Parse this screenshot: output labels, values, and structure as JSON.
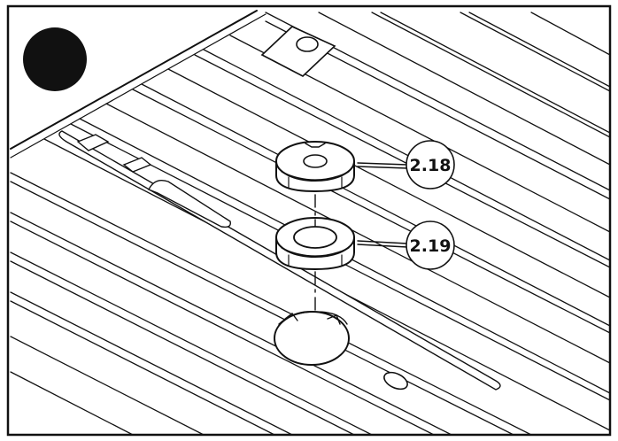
{
  "diagram": {
    "callouts": [
      {
        "id": "part-2-18",
        "label": "2.18"
      },
      {
        "id": "part-2-19",
        "label": "2.19"
      }
    ]
  },
  "colors": {
    "ink": "#111111",
    "paper": "#ffffff",
    "step_marker": "#111111"
  }
}
